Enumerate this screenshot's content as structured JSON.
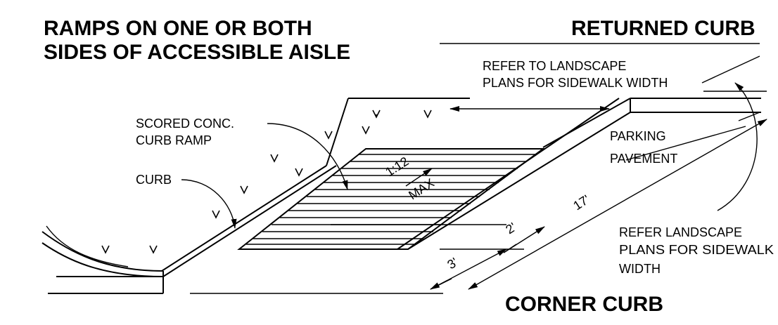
{
  "titles": {
    "ramps_line1": "RAMPS ON ONE OR BOTH",
    "ramps_line2": "SIDES OF ACCESSIBLE AISLE",
    "returned_curb": "RETURNED CURB",
    "corner_curb": "CORNER CURB"
  },
  "notes": {
    "landscape_top_line1": "REFER TO LANDSCAPE",
    "landscape_top_line2": "PLANS FOR SIDEWALK WIDTH",
    "scored_line1": "SCORED CONC.",
    "scored_line2": "CURB RAMP",
    "curb": "CURB",
    "parking_line1": "PARKING",
    "parking_line2": "PAVEMENT",
    "landscape_right_line1": "REFER LANDSCAPE",
    "landscape_right_line2": "PLANS FOR SIDEWALK",
    "landscape_right_line3": "WIDTH"
  },
  "dimensions": {
    "slope": "1:12",
    "slope_max": "MAX",
    "dim_2ft": "2'",
    "dim_3ft": "3'",
    "dim_17ft": "17'"
  }
}
